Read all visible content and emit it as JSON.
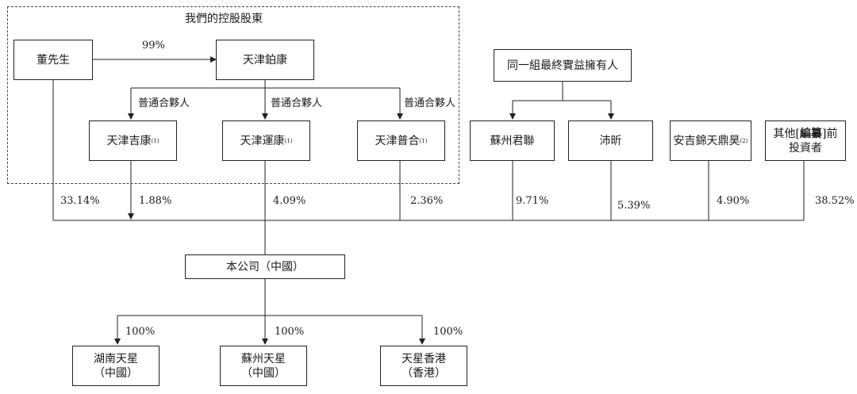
{
  "group": {
    "title": "我們的控股股東"
  },
  "nodes": {
    "dong": "董先生",
    "tj_bokang": "天津鉑康",
    "tj_jikang": "天津吉康",
    "tj_yunkang": "天津運康",
    "tj_puhe": "天津普合",
    "same_group": "同一組最終實益擁有人",
    "sz_junlian": "蘇州君聯",
    "peixin": "沛昕",
    "anji": "安吉錦天鼎昊",
    "others_pre": "其他[",
    "others_bold": "編纂",
    "others_post": "]前",
    "others_line2": "投資者",
    "company": "本公司（中國）",
    "hunan_l1": "湖南天星",
    "hunan_l2": "（中國）",
    "suzhou_l1": "蘇州天星",
    "suzhou_l2": "（中國）",
    "hk_l1": "天星香港",
    "hk_l2": "（香港）"
  },
  "footnotes": {
    "one": "(1)",
    "two": "(2)"
  },
  "edge_labels": {
    "dong_to_bokang": "99%",
    "gp1": "普通合夥人",
    "gp2": "普通合夥人",
    "gp3": "普通合夥人",
    "dong_pct": "33.14%",
    "jikang_pct": "1.88%",
    "yunkang_pct": "4.09%",
    "puhe_pct": "2.36%",
    "junlian_pct": "9.71%",
    "peixin_pct": "5.39%",
    "anji_pct": "4.90%",
    "others_pct": "38.52%",
    "hunan_pct": "100%",
    "suzhou_pct": "100%",
    "hk_pct": "100%"
  }
}
